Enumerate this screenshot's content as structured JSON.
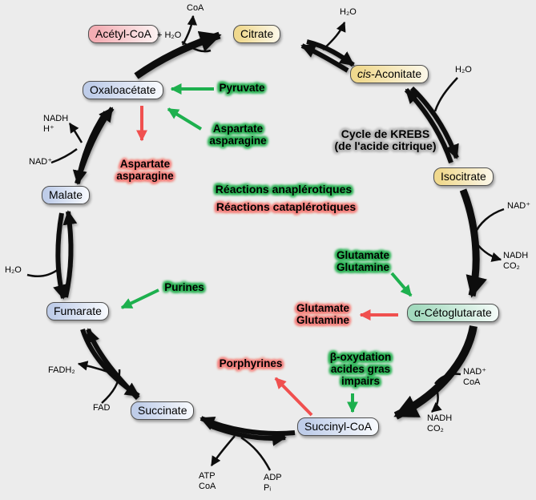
{
  "diagram": {
    "title_line1": "Cycle de KREBS",
    "title_line2": "(de l'acide citrique)",
    "legend": {
      "anaplerotic": "Réactions anaplérotiques",
      "cataplerotic": "Réactions cataplérotiques"
    },
    "metabolites": {
      "acetyl_coa": "Acétyl-CoA",
      "citrate": "Citrate",
      "cis_aconitate_prefix": "cis",
      "cis_aconitate_rest": "-Aconitate",
      "isocitrate": "Isocitrate",
      "alpha_ketoglutarate": "α-Cétoglutarate",
      "succinyl_coa": "Succinyl-CoA",
      "succinate": "Succinate",
      "fumarate": "Fumarate",
      "malate": "Malate",
      "oxaloacetate": "Oxaloacétate"
    },
    "anaplerotic_inputs": {
      "pyruvate": "Pyruvate",
      "aspartate": [
        "Aspartate",
        "asparagine"
      ],
      "glutamate": [
        "Glutamate",
        "Glutamine"
      ],
      "purines": "Purines",
      "beta_oxidation": [
        "β-oxydation",
        "acides gras",
        "impairs"
      ]
    },
    "cataplerotic_outputs": {
      "aspartate": [
        "Aspartate",
        "asparagine"
      ],
      "glutamate": [
        "Glutamate",
        "Glutamine"
      ],
      "porphyrins": "Porphyrines"
    },
    "cofactors": {
      "coa_top": "CoA",
      "plus_h2o": "+ H₂O",
      "h2o_top": "H₂O",
      "h2o_right": "H₂O",
      "h2o_left": "H₂O",
      "nad_left": "NAD⁺",
      "nadh_left": [
        "NADH",
        "H⁺"
      ],
      "nad_right": "NAD⁺",
      "nadh_right": [
        "NADH",
        "CO₂"
      ],
      "nad_coa_bottom": [
        "NAD⁺",
        "CoA"
      ],
      "nadh_bottom": [
        "NADH",
        "CO₂"
      ],
      "atp_coa": [
        "ATP",
        "CoA"
      ],
      "adp_pi": [
        "ADP",
        "Pᵢ"
      ],
      "fad": "FAD",
      "fadh2": "FADH₂"
    },
    "colors": {
      "background": "#ececec",
      "box_yellow": "#f0d98e",
      "box_pink": "#f3adb3",
      "box_blue": "#bfcde9",
      "box_mint": "#a3dabe",
      "highlight_green": "#2eb457",
      "highlight_red": "#f5807f",
      "highlight_gray": "#b8b8b8",
      "arrow_green": "#1db04e",
      "arrow_red": "#f0504f",
      "arrow_black": "#0d0d0d"
    }
  }
}
